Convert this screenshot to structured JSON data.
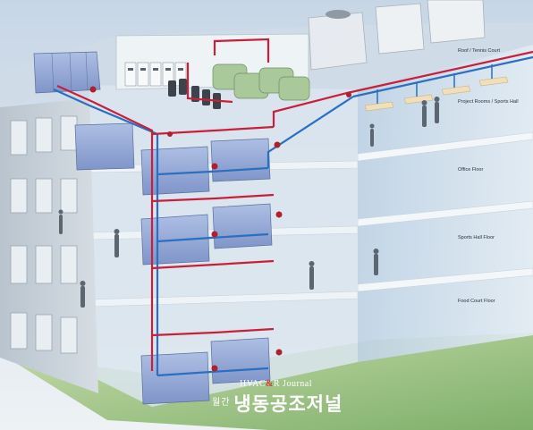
{
  "floors": {
    "roof": "Roof / Tennis Court",
    "project": "Project Rooms / Sports Hall",
    "office": "Office Floor",
    "sports": "Sports Hall Floor",
    "food": "Food Court Floor"
  },
  "watermark": {
    "brand_pre": "HVAC",
    "brand_mid": "&",
    "brand_post": "R Journal",
    "prefix": "월간",
    "title": "냉동공조저널"
  },
  "colors": {
    "supply": "#c8203a",
    "return": "#2a6fc0",
    "unit": "#8fa5d4",
    "chiller": "#a8c89a"
  }
}
